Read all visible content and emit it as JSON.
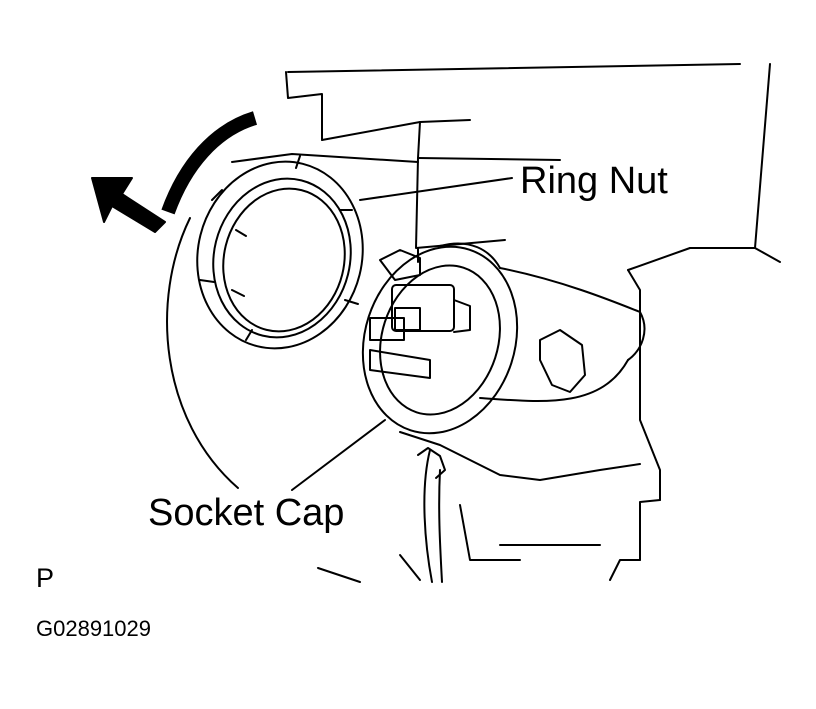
{
  "labels": {
    "ring_nut": "Ring Nut",
    "socket_cap": "Socket Cap",
    "view_letter": "P",
    "figure_id": "G02891029"
  },
  "colors": {
    "line": "#000000",
    "background": "#ffffff"
  },
  "icons": {
    "rotation_arrow": "counterclockwise-arrow-icon"
  }
}
